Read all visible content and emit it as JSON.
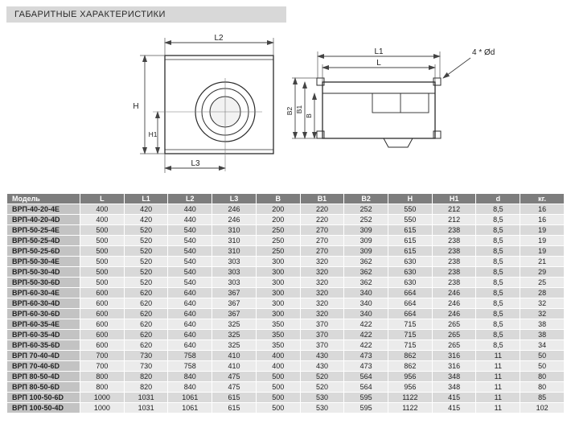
{
  "title": "ГАБАРИТНЫЕ ХАРАКТЕРИСТИКИ",
  "diagrams": {
    "front": {
      "l2": "L2",
      "h": "H",
      "h1": "H1",
      "l3": "L3"
    },
    "side": {
      "l1": "L1",
      "l": "L",
      "b": "B",
      "b1": "B1",
      "b2": "B2",
      "holes": "4 * Ød"
    }
  },
  "table": {
    "headers": [
      "Модель",
      "L",
      "L1",
      "L2",
      "L3",
      "B",
      "B1",
      "B2",
      "H",
      "H1",
      "d",
      "кг."
    ],
    "rows": [
      [
        "ВРП-40-20-4E",
        "400",
        "420",
        "440",
        "246",
        "200",
        "220",
        "252",
        "550",
        "212",
        "8,5",
        "16"
      ],
      [
        "ВРП-40-20-4D",
        "400",
        "420",
        "440",
        "246",
        "200",
        "220",
        "252",
        "550",
        "212",
        "8,5",
        "16"
      ],
      [
        "ВРП-50-25-4E",
        "500",
        "520",
        "540",
        "310",
        "250",
        "270",
        "309",
        "615",
        "238",
        "8,5",
        "19"
      ],
      [
        "ВРП-50-25-4D",
        "500",
        "520",
        "540",
        "310",
        "250",
        "270",
        "309",
        "615",
        "238",
        "8,5",
        "19"
      ],
      [
        "ВРП-50-25-6D",
        "500",
        "520",
        "540",
        "310",
        "250",
        "270",
        "309",
        "615",
        "238",
        "8,5",
        "19"
      ],
      [
        "ВРП-50-30-4E",
        "500",
        "520",
        "540",
        "303",
        "300",
        "320",
        "362",
        "630",
        "238",
        "8,5",
        "21"
      ],
      [
        "ВРП-50-30-4D",
        "500",
        "520",
        "540",
        "303",
        "300",
        "320",
        "362",
        "630",
        "238",
        "8,5",
        "29"
      ],
      [
        "ВРП-50-30-6D",
        "500",
        "520",
        "540",
        "303",
        "300",
        "320",
        "362",
        "630",
        "238",
        "8,5",
        "25"
      ],
      [
        "ВРП-60-30-4E",
        "600",
        "620",
        "640",
        "367",
        "300",
        "320",
        "340",
        "664",
        "246",
        "8,5",
        "28"
      ],
      [
        "ВРП-60-30-4D",
        "600",
        "620",
        "640",
        "367",
        "300",
        "320",
        "340",
        "664",
        "246",
        "8,5",
        "32"
      ],
      [
        "ВРП-60-30-6D",
        "600",
        "620",
        "640",
        "367",
        "300",
        "320",
        "340",
        "664",
        "246",
        "8,5",
        "32"
      ],
      [
        "ВРП-60-35-4E",
        "600",
        "620",
        "640",
        "325",
        "350",
        "370",
        "422",
        "715",
        "265",
        "8,5",
        "38"
      ],
      [
        "ВРП-60-35-4D",
        "600",
        "620",
        "640",
        "325",
        "350",
        "370",
        "422",
        "715",
        "265",
        "8,5",
        "38"
      ],
      [
        "ВРП-60-35-6D",
        "600",
        "620",
        "640",
        "325",
        "350",
        "370",
        "422",
        "715",
        "265",
        "8,5",
        "34"
      ],
      [
        "ВРП 70-40-4D",
        "700",
        "730",
        "758",
        "410",
        "400",
        "430",
        "473",
        "862",
        "316",
        "11",
        "50"
      ],
      [
        "ВРП 70-40-6D",
        "700",
        "730",
        "758",
        "410",
        "400",
        "430",
        "473",
        "862",
        "316",
        "11",
        "50"
      ],
      [
        "ВРП 80-50-4D",
        "800",
        "820",
        "840",
        "475",
        "500",
        "520",
        "564",
        "956",
        "348",
        "11",
        "80"
      ],
      [
        "ВРП 80-50-6D",
        "800",
        "820",
        "840",
        "475",
        "500",
        "520",
        "564",
        "956",
        "348",
        "11",
        "80"
      ],
      [
        "ВРП 100-50-6D",
        "1000",
        "1031",
        "1061",
        "615",
        "500",
        "530",
        "595",
        "1122",
        "415",
        "11",
        "85"
      ],
      [
        "ВРП 100-50-4D",
        "1000",
        "1031",
        "1061",
        "615",
        "500",
        "530",
        "595",
        "1122",
        "415",
        "11",
        "102"
      ]
    ]
  }
}
